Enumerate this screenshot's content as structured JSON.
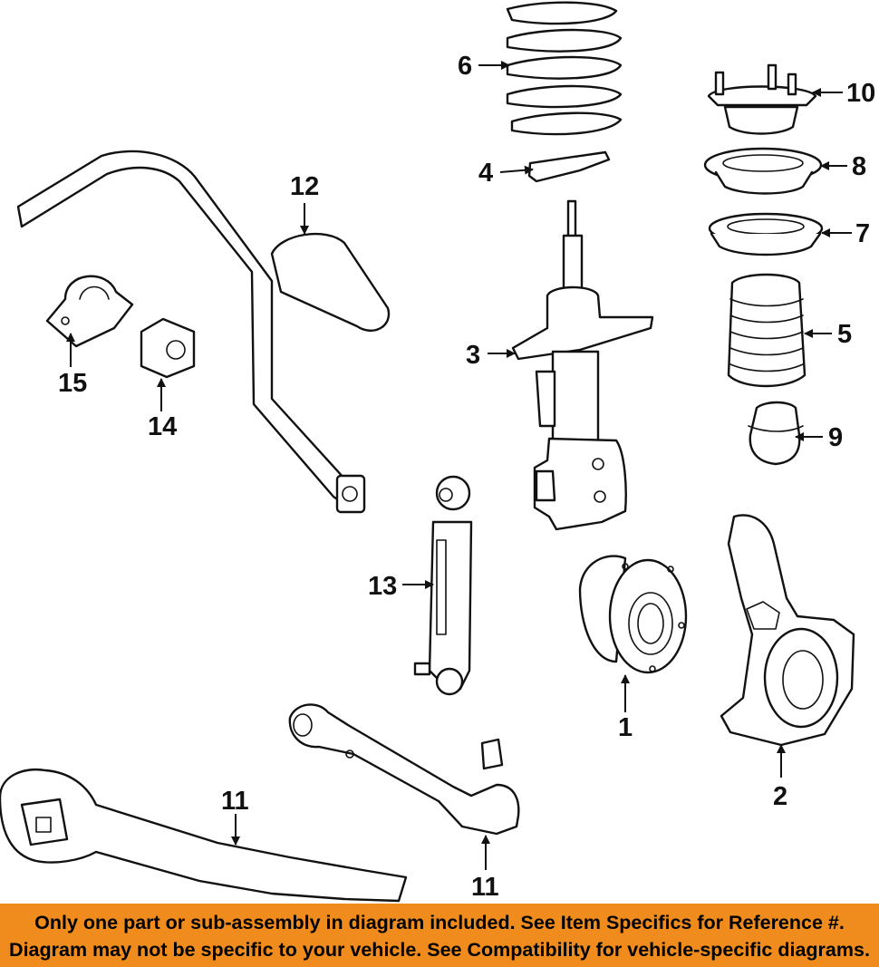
{
  "diagram": {
    "callouts": [
      {
        "id": "1",
        "label": "1"
      },
      {
        "id": "2",
        "label": "2"
      },
      {
        "id": "3",
        "label": "3"
      },
      {
        "id": "4",
        "label": "4"
      },
      {
        "id": "5",
        "label": "5"
      },
      {
        "id": "6",
        "label": "6"
      },
      {
        "id": "7",
        "label": "7"
      },
      {
        "id": "8",
        "label": "8"
      },
      {
        "id": "9",
        "label": "9"
      },
      {
        "id": "10",
        "label": "10"
      },
      {
        "id": "11a",
        "label": "11"
      },
      {
        "id": "11b",
        "label": "11"
      },
      {
        "id": "12",
        "label": "12"
      },
      {
        "id": "13",
        "label": "13"
      },
      {
        "id": "14",
        "label": "14"
      },
      {
        "id": "15",
        "label": "15"
      }
    ]
  },
  "banner": {
    "line1": "Only one part or sub-assembly in diagram included. See Item Specifics for Reference #.",
    "line2": "Diagram may not be specific to your vehicle. See Compatibility for vehicle-specific diagrams.",
    "color": "#f08c1e"
  }
}
